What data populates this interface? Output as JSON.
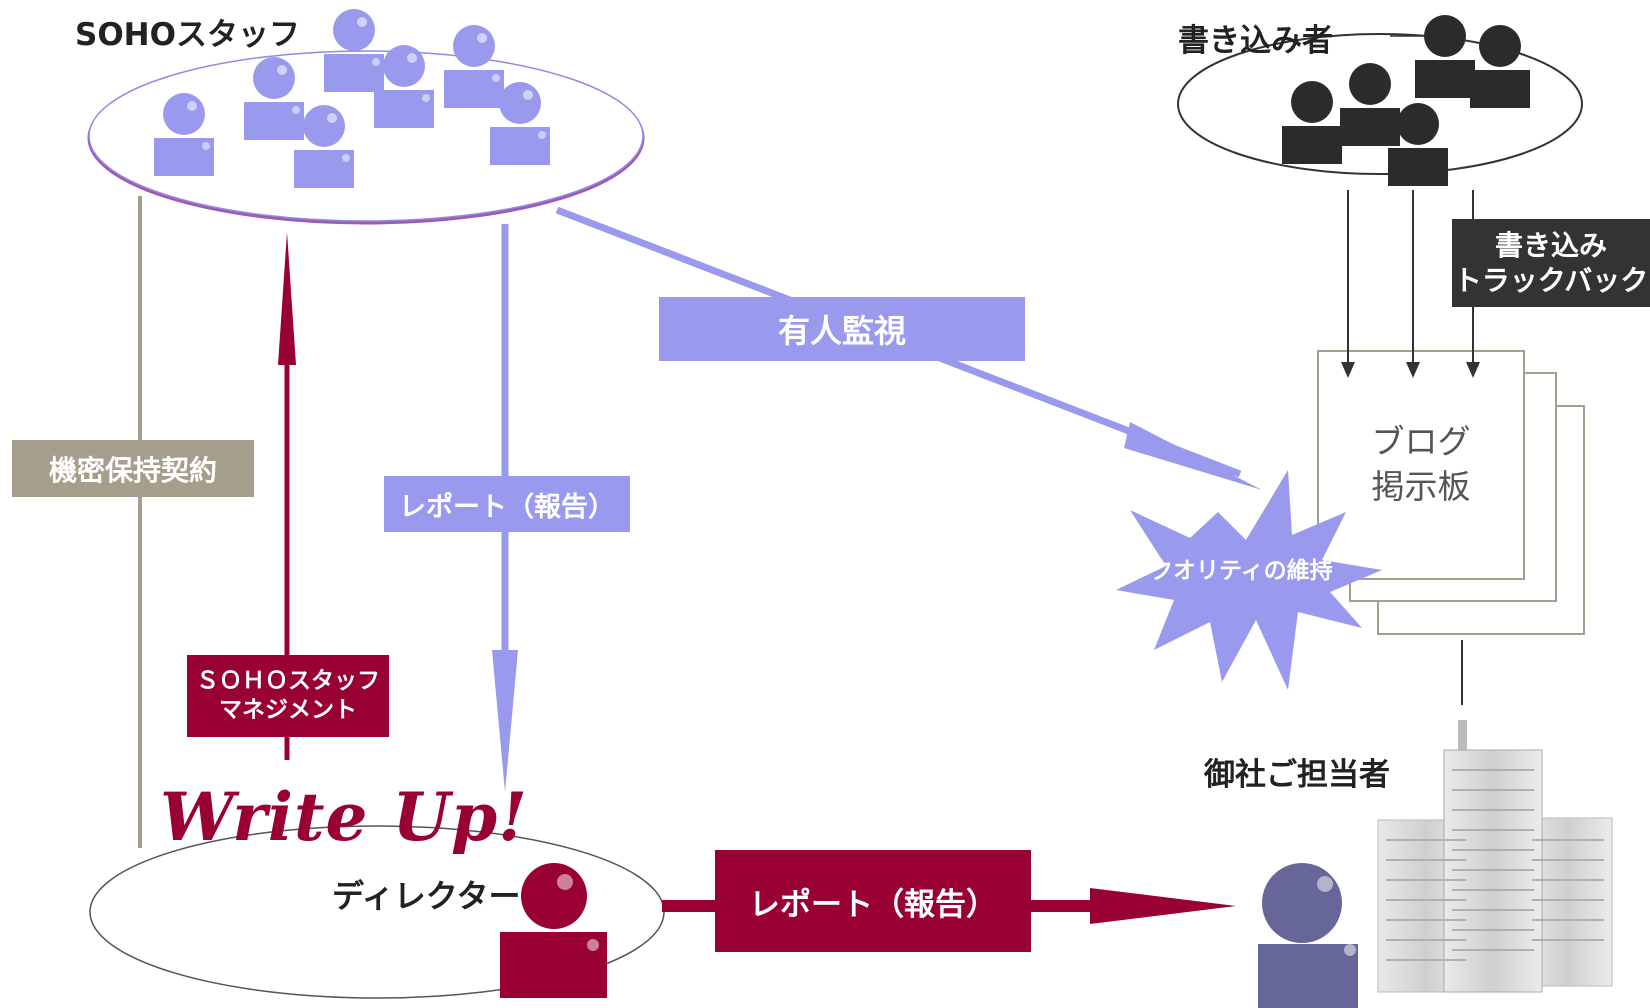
{
  "groups": {
    "soho_staff": "SOHOスタッフ",
    "writers": "書き込み者",
    "client": "御社ご担当者",
    "director": "ディレクター"
  },
  "labels": {
    "nda": "機密保持契約",
    "report_up": "レポート（報告）",
    "report_client": "レポート（報告）",
    "monitoring": "有人監視",
    "management_line1": "ＳＯＨＯスタッフ",
    "management_line2": "マネジメント",
    "write_line1": "書き込み",
    "write_line2": "トラックバック",
    "quality": "クオリティの維持"
  },
  "document": {
    "line1": "ブログ",
    "line2": "掲示板"
  },
  "logo": "Write Up!",
  "colors": {
    "lavender": "#9999ee",
    "maroon": "#990033",
    "taupe": "#a69e8c",
    "dark": "#333333",
    "client_person": "#666699"
  }
}
